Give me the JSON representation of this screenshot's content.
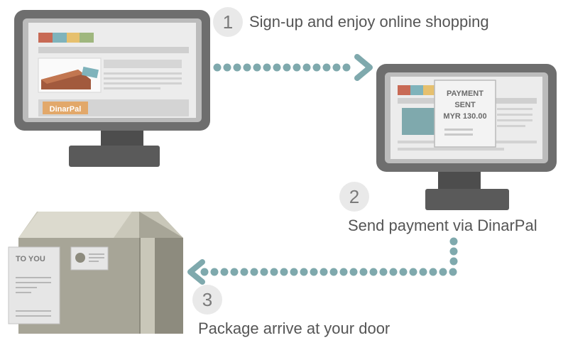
{
  "colors": {
    "monitor_frame": "#6e6e6e",
    "stand": "#5a5a5a",
    "screen_bg": "#ececec",
    "dots": "#7fa9ad",
    "brand_orange": "#e2a86a",
    "box_main": "#a7a597",
    "box_dark": "#8d8b7e",
    "label_paper": "#e6e6e6",
    "step_circle": "#e9e9e9"
  },
  "icons": {
    "arrow": "chevron-right-icon",
    "arrow_back": "chevron-left-icon",
    "stamp": "stamp-icon"
  },
  "steps": [
    {
      "number": "1",
      "text": "Sign-up and enjoy online shopping"
    },
    {
      "number": "2",
      "text": "Send payment via DinarPal"
    },
    {
      "number": "3",
      "text": "Package arrive at your door"
    }
  ],
  "monitor1": {
    "brand_label": "DinarPal"
  },
  "monitor2": {
    "payment_line1": "PAYMENT",
    "payment_line2": "SENT",
    "amount": "MYR 130.00"
  },
  "package": {
    "label": "TO YOU"
  }
}
